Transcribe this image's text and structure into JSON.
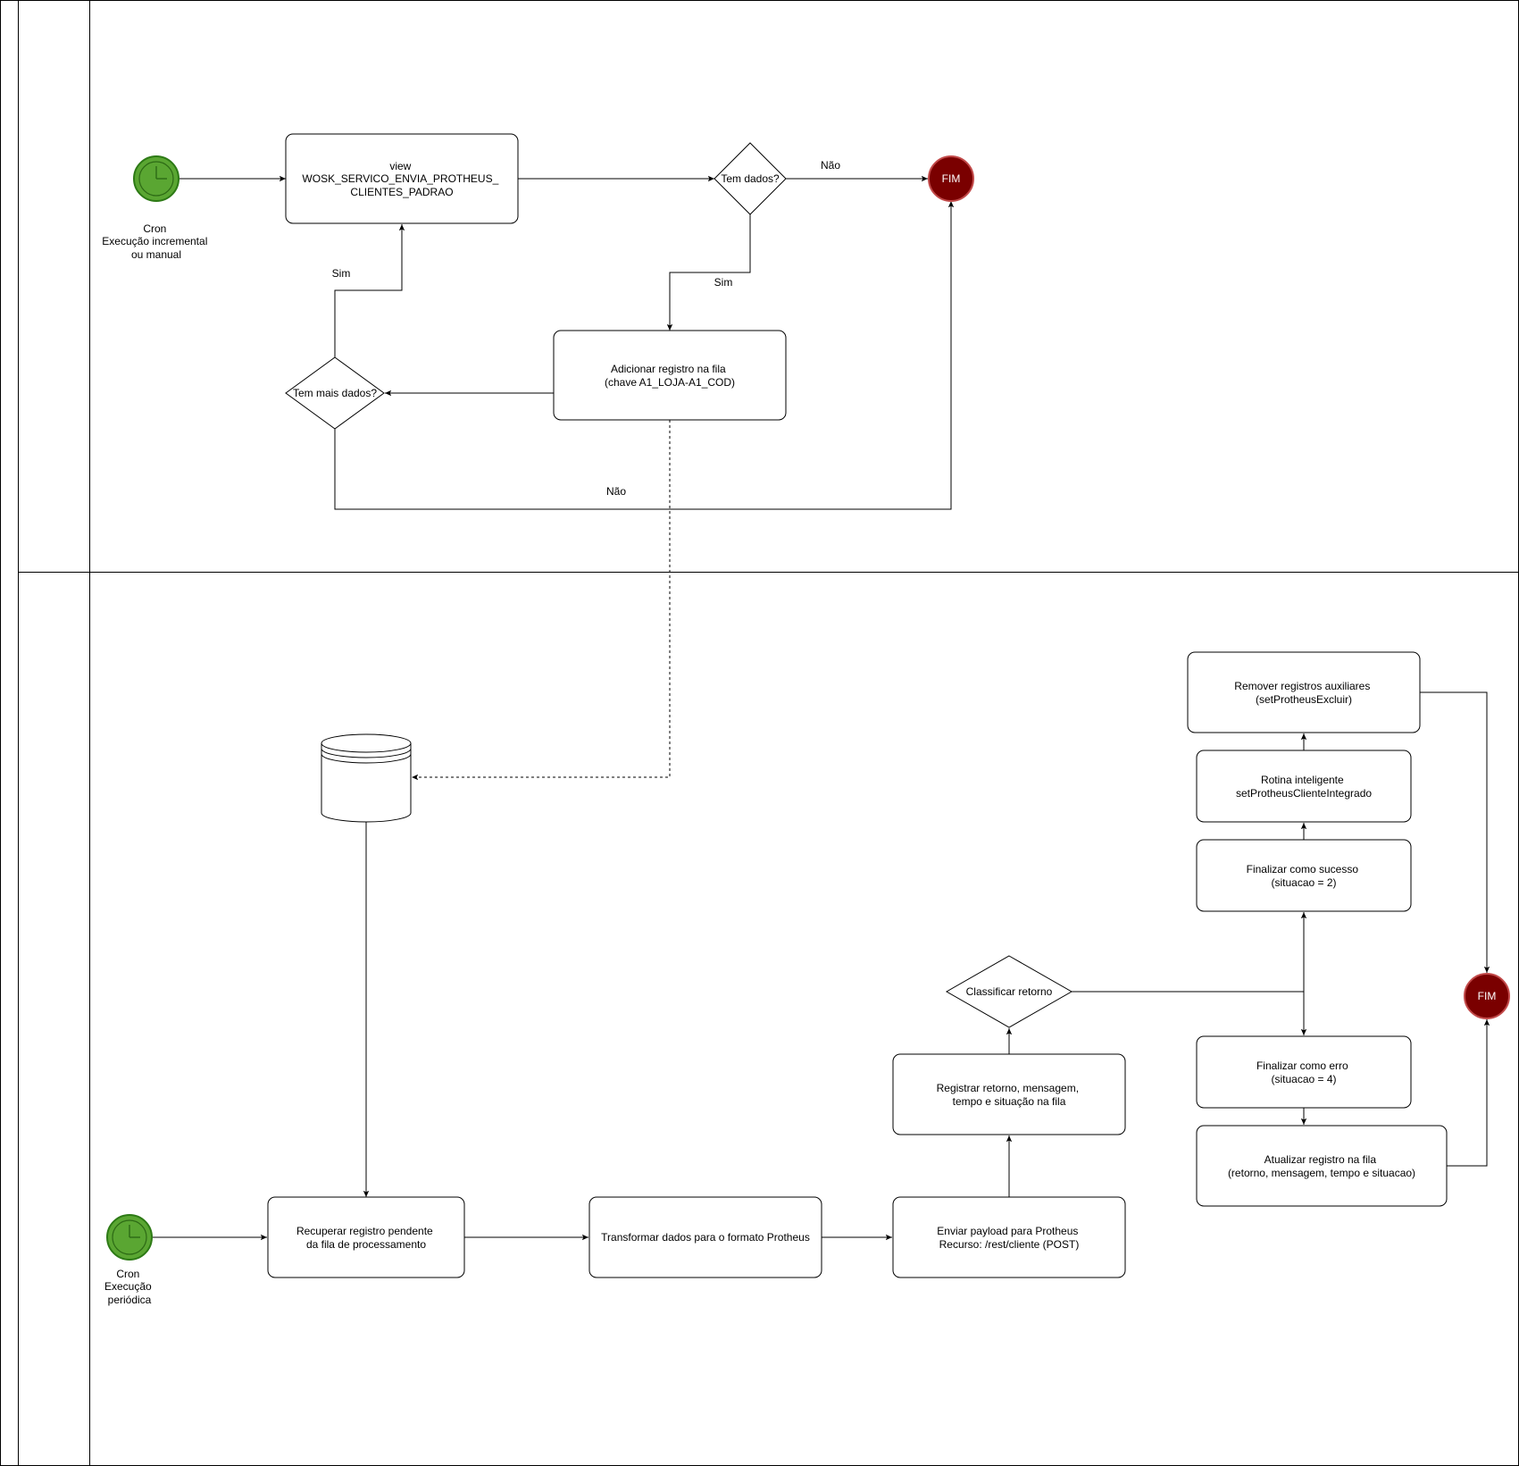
{
  "colors": {
    "start_event": "#5aa632",
    "start_event_stroke": "#2d7a15",
    "end_event": "#7a0000",
    "end_event_stroke": "#c24a4a",
    "line": "#000000",
    "background": "#ffffff"
  },
  "icons": {
    "start": "clock-icon",
    "end": "end-event-icon",
    "datastore": "database-icon"
  },
  "lane1": {
    "start_label": [
      "Cron",
      "Execução incremental",
      "ou manual"
    ],
    "view_box": [
      "view",
      "WOSK_SERVICO_ENVIA_PROTHEUS_",
      "CLIENTES_PADRAO"
    ],
    "decision_tem_dados": "Tem dados?",
    "label_nao_1": "Não",
    "end": "FIM",
    "label_sim_1": "Sim",
    "add_queue": [
      "Adicionar registro na fila",
      "(chave A1_LOJA-A1_COD)"
    ],
    "decision_mais_dados": "Tem mais dados?",
    "label_sim_2": "Sim",
    "label_nao_2": "Não"
  },
  "lane2": {
    "start_label": [
      "Cron",
      "Execução",
      "periódica"
    ],
    "recover": [
      "Recuperar registro pendente",
      "da fila de processamento"
    ],
    "transform": "Transformar dados para o formato Protheus",
    "send": [
      "Enviar payload para Protheus",
      "Recurso: /rest/cliente (POST)"
    ],
    "register": [
      "Registrar retorno, mensagem,",
      "tempo e situação na fila"
    ],
    "classify": "Classificar retorno",
    "success": [
      "Finalizar como sucesso",
      "(situacao = 2)"
    ],
    "smart": [
      "Rotina inteligente",
      "setProtheusClienteIntegrado"
    ],
    "remove": [
      "Remover registros auxiliares",
      "(setProtheusExcluir)"
    ],
    "error": [
      "Finalizar como erro",
      "(situacao = 4)"
    ],
    "update": [
      "Atualizar registro na fila",
      "(retorno, mensagem, tempo e situacao)"
    ],
    "end": "FIM"
  }
}
